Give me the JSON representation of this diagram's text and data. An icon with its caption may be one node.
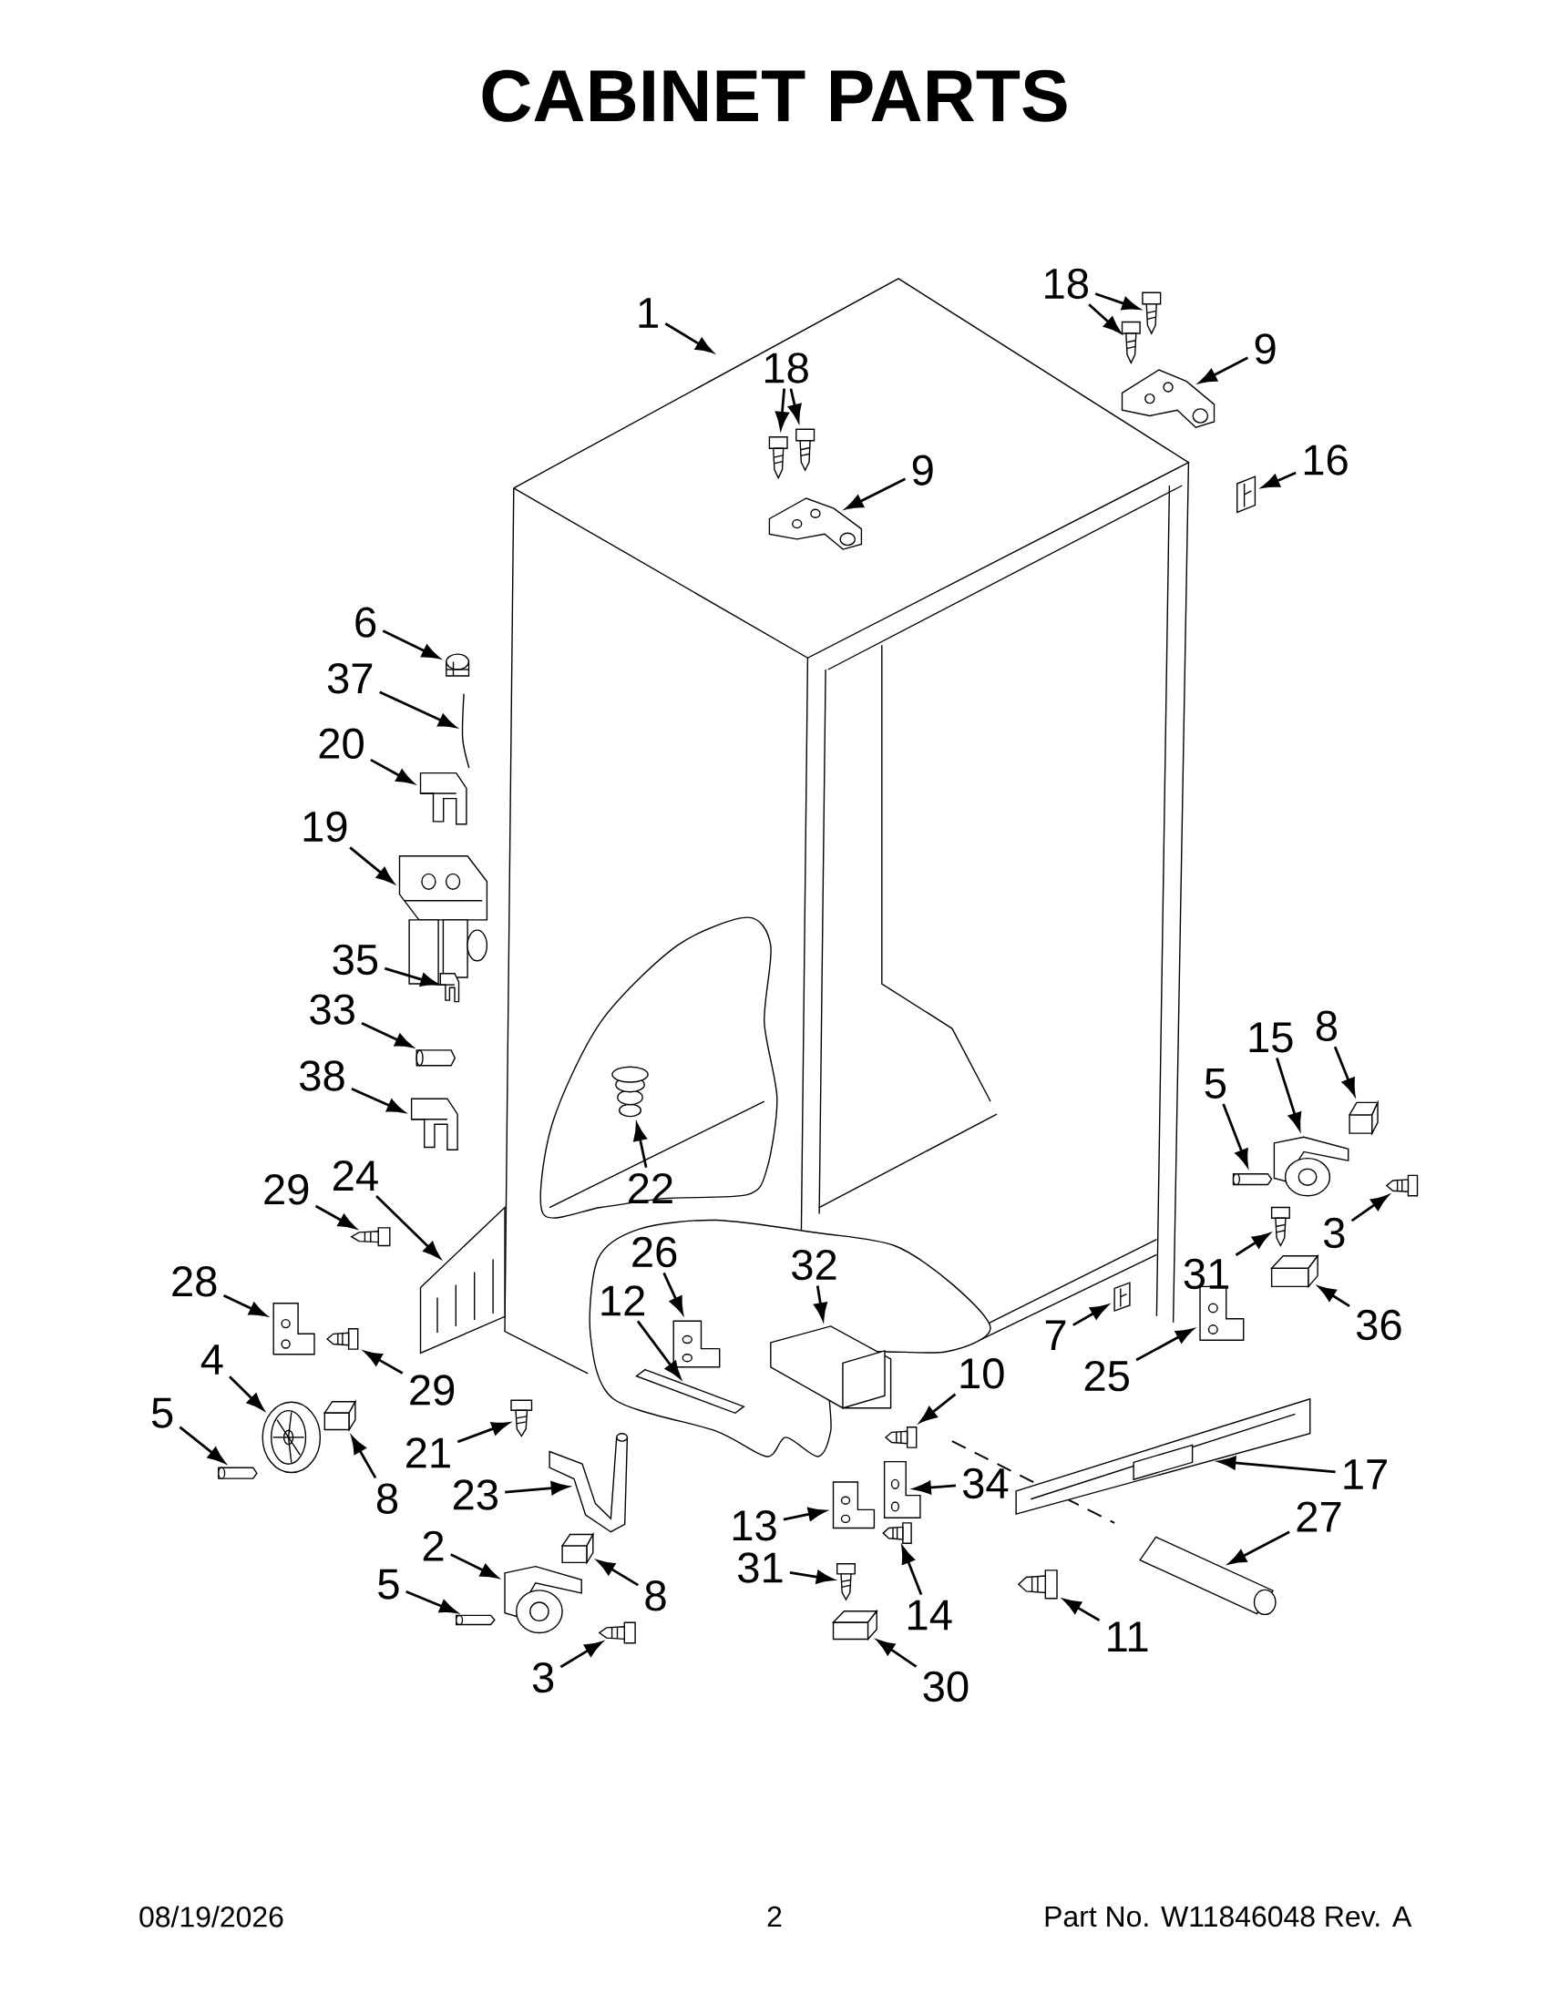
{
  "diagram": {
    "title": "CABINET PARTS",
    "nodes": [
      {
        "text": [
          "1"
        ]
      },
      {
        "text": [
          "18"
        ]
      },
      {
        "text": [],
        "shape": "picture"
      },
      {
        "text": [],
        "shape": "picture"
      },
      {
        "text": [
          "9"
        ]
      },
      {
        "text": [],
        "shape": "picture"
      },
      {
        "text": [
          "18"
        ]
      },
      {
        "text": [],
        "shape": "picture"
      },
      {
        "text": [],
        "shape": "picture"
      },
      {
        "text": [
          "9"
        ]
      },
      {
        "text": [],
        "shape": "picture"
      },
      {
        "text": [
          "16"
        ]
      },
      {
        "text": [],
        "shape": "picture"
      },
      {
        "text": [
          "6"
        ]
      },
      {
        "text": [],
        "shape": "picture"
      },
      {
        "text": [
          "37"
        ]
      },
      {
        "text": [],
        "shape": "picture"
      },
      {
        "text": [
          "20"
        ]
      },
      {
        "text": [],
        "shape": "picture"
      },
      {
        "text": [
          "19"
        ]
      },
      {
        "text": [],
        "shape": "picture"
      },
      {
        "text": [
          "35"
        ]
      },
      {
        "text": [],
        "shape": "picture"
      },
      {
        "text": [
          "33"
        ]
      },
      {
        "text": [],
        "shape": "picture"
      },
      {
        "text": [
          "38"
        ]
      },
      {
        "text": [],
        "shape": "picture"
      },
      {
        "text": [
          "29"
        ]
      },
      {
        "text": [],
        "shape": "picture"
      },
      {
        "text": [
          "24"
        ]
      },
      {
        "text": [],
        "shape": "picture"
      },
      {
        "text": [
          "28"
        ]
      },
      {
        "text": [],
        "shape": "picture"
      },
      {
        "text": [
          "29"
        ]
      },
      {
        "text": [],
        "shape": "picture"
      },
      {
        "text": [
          "4"
        ]
      },
      {
        "text": [],
        "shape": "picture"
      },
      {
        "text": [
          "5"
        ]
      },
      {
        "text": [],
        "shape": "picture"
      },
      {
        "text": [
          "8"
        ]
      },
      {
        "text": [],
        "shape": "picture"
      },
      {
        "text": [
          "21"
        ]
      },
      {
        "text": [],
        "shape": "picture"
      },
      {
        "text": [
          "23"
        ]
      },
      {
        "text": [],
        "shape": "picture"
      },
      {
        "text": [
          "2"
        ]
      },
      {
        "text": [],
        "shape": "picture"
      },
      {
        "text": [
          "8"
        ]
      },
      {
        "text": [],
        "shape": "picture"
      },
      {
        "text": [
          "5"
        ]
      },
      {
        "text": [],
        "shape": "picture"
      },
      {
        "text": [
          "3"
        ]
      },
      {
        "text": [],
        "shape": "picture"
      },
      {
        "text": [
          "22"
        ]
      },
      {
        "text": [],
        "shape": "picture"
      },
      {
        "text": [
          "26"
        ]
      },
      {
        "text": [],
        "shape": "picture"
      },
      {
        "text": [
          "12"
        ]
      },
      {
        "text": [],
        "shape": "picture"
      },
      {
        "text": [
          "32"
        ]
      },
      {
        "text": [],
        "shape": "picture"
      },
      {
        "text": [
          "10"
        ]
      },
      {
        "text": [],
        "shape": "picture"
      },
      {
        "text": [
          "34"
        ]
      },
      {
        "text": [],
        "shape": "picture"
      },
      {
        "text": [
          "13"
        ]
      },
      {
        "text": [],
        "shape": "picture"
      },
      {
        "text": [
          "14"
        ]
      },
      {
        "text": [],
        "shape": "picture"
      },
      {
        "text": [
          "31"
        ]
      },
      {
        "text": [],
        "shape": "picture"
      },
      {
        "text": [
          "30"
        ]
      },
      {
        "text": [],
        "shape": "picture"
      },
      {
        "text": [
          "11"
        ]
      },
      {
        "text": [],
        "shape": "picture"
      },
      {
        "text": [
          "27"
        ]
      },
      {
        "text": [],
        "shape": "picture"
      },
      {
        "text": [
          "17"
        ]
      },
      {
        "text": [],
        "shape": "picture"
      },
      {
        "text": [
          "25"
        ]
      },
      {
        "text": [],
        "shape": "picture"
      },
      {
        "text": [
          "7"
        ]
      },
      {
        "text": [],
        "shape": "picture"
      },
      {
        "text": [
          "31"
        ]
      },
      {
        "text": [],
        "shape": "picture"
      },
      {
        "text": [
          "36"
        ]
      },
      {
        "text": [],
        "shape": "picture"
      },
      {
        "text": [
          "3"
        ]
      },
      {
        "text": [],
        "shape": "picture"
      },
      {
        "text": [
          "5"
        ]
      },
      {
        "text": [],
        "shape": "picture"
      },
      {
        "text": [
          "15"
        ]
      },
      {
        "text": [],
        "shape": "picture"
      },
      {
        "text": [
          "8"
        ]
      },
      {
        "text": [],
        "shape": "picture"
      }
    ],
    "edges": [
      {
        "from": 0,
        "to": null,
        "arrow": "to"
      },
      {
        "from": 1,
        "to": 2,
        "arrow": "to"
      },
      {
        "from": 1,
        "to": 3,
        "arrow": "to"
      },
      {
        "from": 4,
        "to": 5,
        "arrow": "to"
      },
      {
        "from": 6,
        "to": 7,
        "arrow": "to"
      },
      {
        "from": 6,
        "to": 8,
        "arrow": "to"
      },
      {
        "from": 9,
        "to": 10,
        "arrow": "to"
      },
      {
        "from": 11,
        "to": 12,
        "arrow": "to"
      },
      {
        "from": 13,
        "to": 14,
        "arrow": "to"
      },
      {
        "from": 15,
        "to": 16,
        "arrow": "to"
      },
      {
        "from": 17,
        "to": 18,
        "arrow": "to"
      },
      {
        "from": 19,
        "to": 20,
        "arrow": "to"
      },
      {
        "from": 21,
        "to": 22,
        "arrow": "to"
      },
      {
        "from": 23,
        "to": 24,
        "arrow": "to"
      },
      {
        "from": 25,
        "to": 26,
        "arrow": "to"
      },
      {
        "from": 27,
        "to": 28,
        "arrow": "to"
      },
      {
        "from": 29,
        "to": 30,
        "arrow": "to"
      },
      {
        "from": 31,
        "to": 32,
        "arrow": "to"
      },
      {
        "from": 33,
        "to": 34,
        "arrow": "to"
      },
      {
        "from": 35,
        "to": 36,
        "arrow": "to"
      },
      {
        "from": 37,
        "to": 38,
        "arrow": "to"
      },
      {
        "from": 39,
        "to": 40,
        "arrow": "to"
      },
      {
        "from": 41,
        "to": 42,
        "arrow": "to"
      },
      {
        "from": 43,
        "to": 44,
        "arrow": "to"
      },
      {
        "from": 45,
        "to": 46,
        "arrow": "to"
      },
      {
        "from": 47,
        "to": 48,
        "arrow": "to"
      },
      {
        "from": 49,
        "to": 50,
        "arrow": "to"
      },
      {
        "from": 51,
        "to": 52,
        "arrow": "to"
      },
      {
        "from": 53,
        "to": 54,
        "arrow": "to"
      },
      {
        "from": 55,
        "to": 56,
        "arrow": "to"
      },
      {
        "from": 57,
        "to": 58,
        "arrow": "to"
      },
      {
        "from": 59,
        "to": 60,
        "arrow": "to"
      },
      {
        "from": 61,
        "to": 62,
        "arrow": "to"
      },
      {
        "from": 63,
        "to": 64,
        "arrow": "to"
      },
      {
        "from": 65,
        "to": 66,
        "arrow": "to"
      },
      {
        "from": 67,
        "to": 68,
        "arrow": "to"
      },
      {
        "from": 69,
        "to": 70,
        "arrow": "to"
      },
      {
        "from": 71,
        "to": 72,
        "arrow": "to"
      },
      {
        "from": 73,
        "to": 74,
        "arrow": "to"
      },
      {
        "from": 75,
        "to": 76,
        "arrow": "to"
      },
      {
        "from": 77,
        "to": 78,
        "arrow": "to"
      },
      {
        "from": 79,
        "to": 80,
        "arrow": "to"
      },
      {
        "from": 81,
        "to": 82,
        "arrow": "to"
      },
      {
        "from": 83,
        "to": 84,
        "arrow": "to"
      },
      {
        "from": 85,
        "to": 86,
        "arrow": "to"
      },
      {
        "from": 87,
        "to": 88,
        "arrow": "to"
      },
      {
        "from": 89,
        "to": 90,
        "arrow": "to"
      },
      {
        "from": 91,
        "to": 92,
        "arrow": "to"
      },
      {
        "from": 93,
        "to": 94,
        "arrow": "to"
      }
    ],
    "labels": [
      "08/19/2026",
      "2",
      "Part No. W11846048 Rev. A"
    ]
  }
}
